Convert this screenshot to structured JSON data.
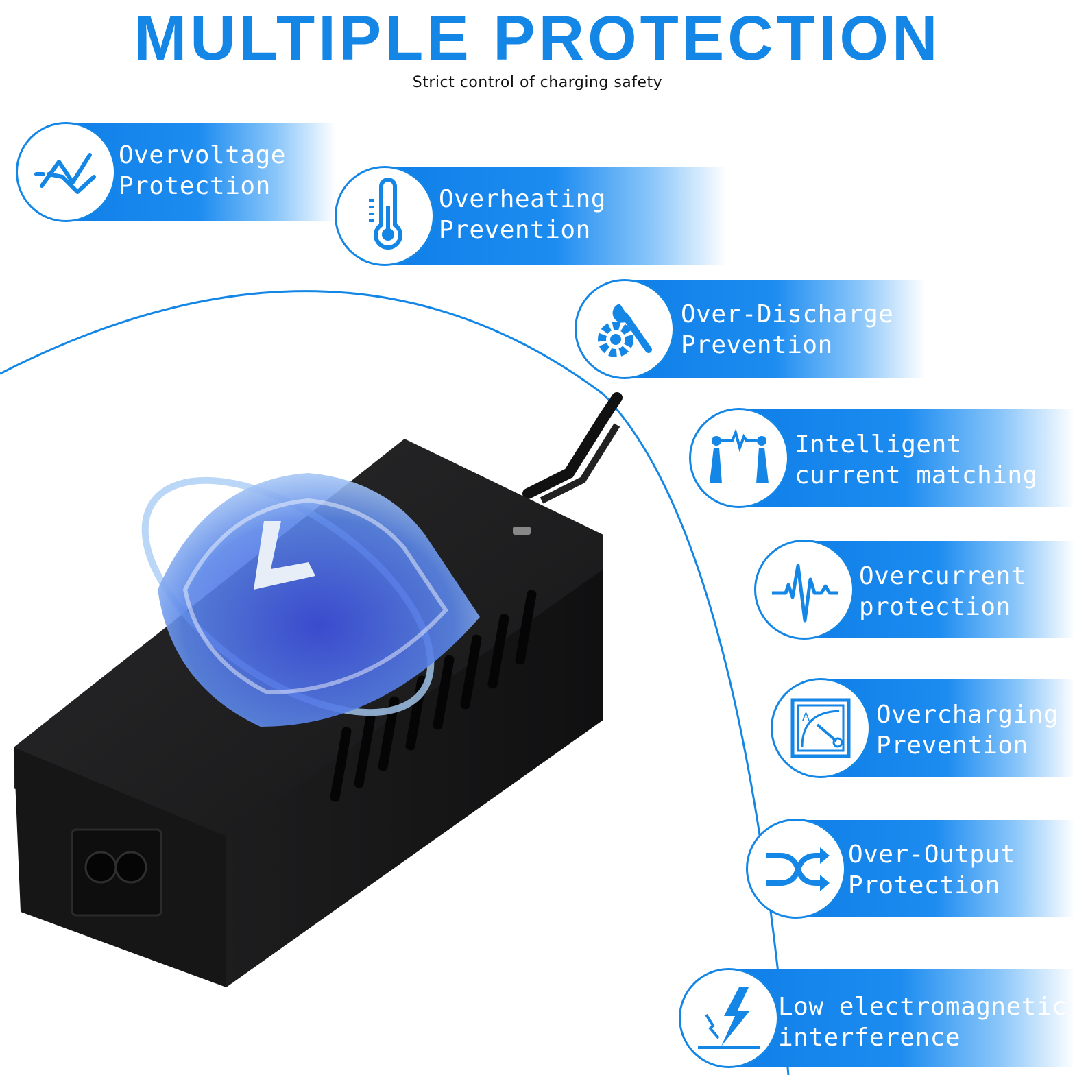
{
  "header": {
    "title": "MULTIPLE PROTECTION",
    "subtitle": "Strict control of charging safety"
  },
  "colors": {
    "accent": "#1386e6",
    "banner": "#1d8cf0",
    "product": "#1b1b1c"
  },
  "features": [
    {
      "icon": "overvoltage-icon",
      "line1": "Overvoltage",
      "line2": "Protection"
    },
    {
      "icon": "thermometer-icon",
      "line1": "Overheating",
      "line2": "Prevention"
    },
    {
      "icon": "gear-wrench-icon",
      "line1": "Over-Discharge",
      "line2": "Prevention"
    },
    {
      "icon": "current-matching-icon",
      "line1": "Intelligent",
      "line2": "current matching"
    },
    {
      "icon": "pulse-icon",
      "line1": "Overcurrent",
      "line2": "protection"
    },
    {
      "icon": "ammeter-icon",
      "line1": "Overcharging",
      "line2": "Prevention"
    },
    {
      "icon": "shuffle-icon",
      "line1": "Over-Output",
      "line2": "Protection"
    },
    {
      "icon": "lightning-icon",
      "line1": "Low electromagnetic",
      "line2": "interference"
    }
  ]
}
